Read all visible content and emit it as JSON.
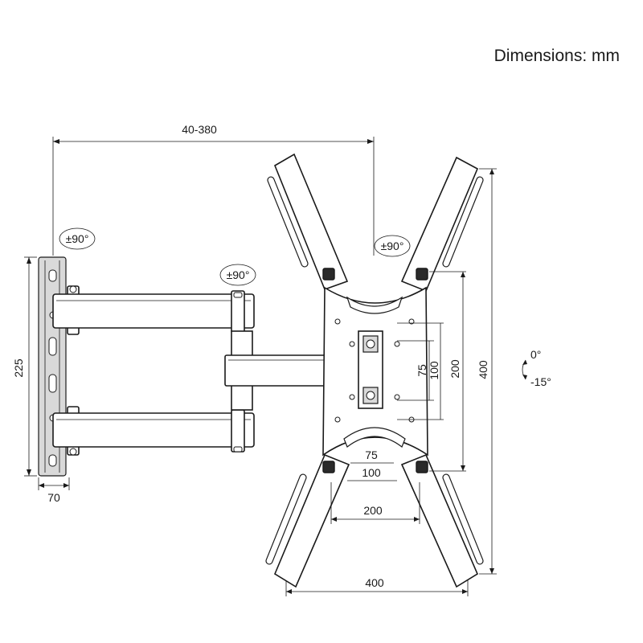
{
  "header": {
    "units_label": "Dimensions: mm"
  },
  "dimensions": {
    "arm_extension": "40-380",
    "wall_plate_height": "225",
    "wall_plate_depth": "70",
    "vesa_h_75": "75",
    "vesa_h_100": "100",
    "vesa_h_200": "200",
    "vesa_h_400": "400",
    "vesa_v_75": "75",
    "vesa_v_100": "100",
    "vesa_v_200": "200",
    "vesa_v_400": "400"
  },
  "rotations": {
    "wall_swivel": "±90°",
    "arm_swivel": "±90°",
    "head_swivel": "±90°",
    "tilt_top": "0°",
    "tilt_bottom": "-15°"
  }
}
